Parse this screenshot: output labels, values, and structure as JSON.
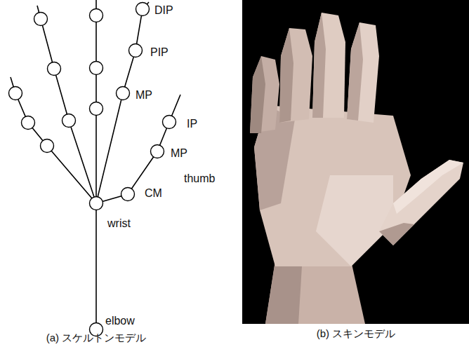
{
  "diagram": {
    "labels": [
      "DIP",
      "PIP",
      "MP",
      "IP",
      "MP",
      "thumb",
      "CM",
      "wrist",
      "elbow",
      "(a) スケルトンモデル",
      "(b) スキンモデル"
    ]
  }
}
